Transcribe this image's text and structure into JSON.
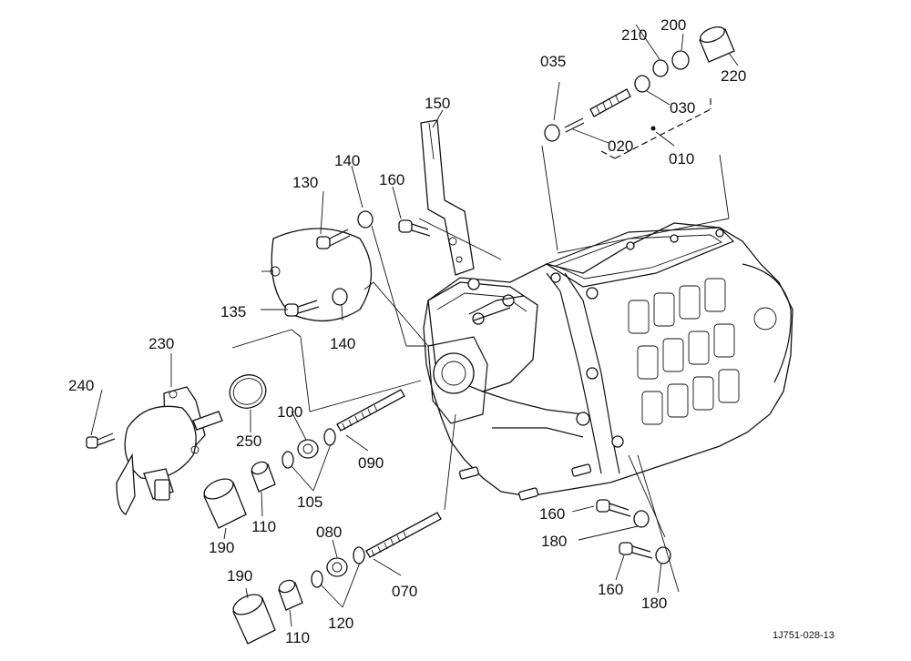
{
  "labels": {
    "p010": "010",
    "p020": "020",
    "p030": "030",
    "p035": "035",
    "p070": "070",
    "p080": "080",
    "p090": "090",
    "p100": "100",
    "p105": "105",
    "p110a": "110",
    "p110b": "110",
    "p120": "120",
    "p130": "130",
    "p135": "135",
    "p140a": "140",
    "p140b": "140",
    "p150": "150",
    "p160a": "160",
    "p160b": "160",
    "p160c": "160",
    "p180a": "180",
    "p180b": "180",
    "p190a": "190",
    "p190b": "190",
    "p200": "200",
    "p210": "210",
    "p220": "220",
    "p230": "230",
    "p240": "240",
    "p250": "250"
  },
  "drawing_code": "1J751-028-13",
  "colors": {
    "ink": "#111111",
    "paper": "#ffffff"
  }
}
